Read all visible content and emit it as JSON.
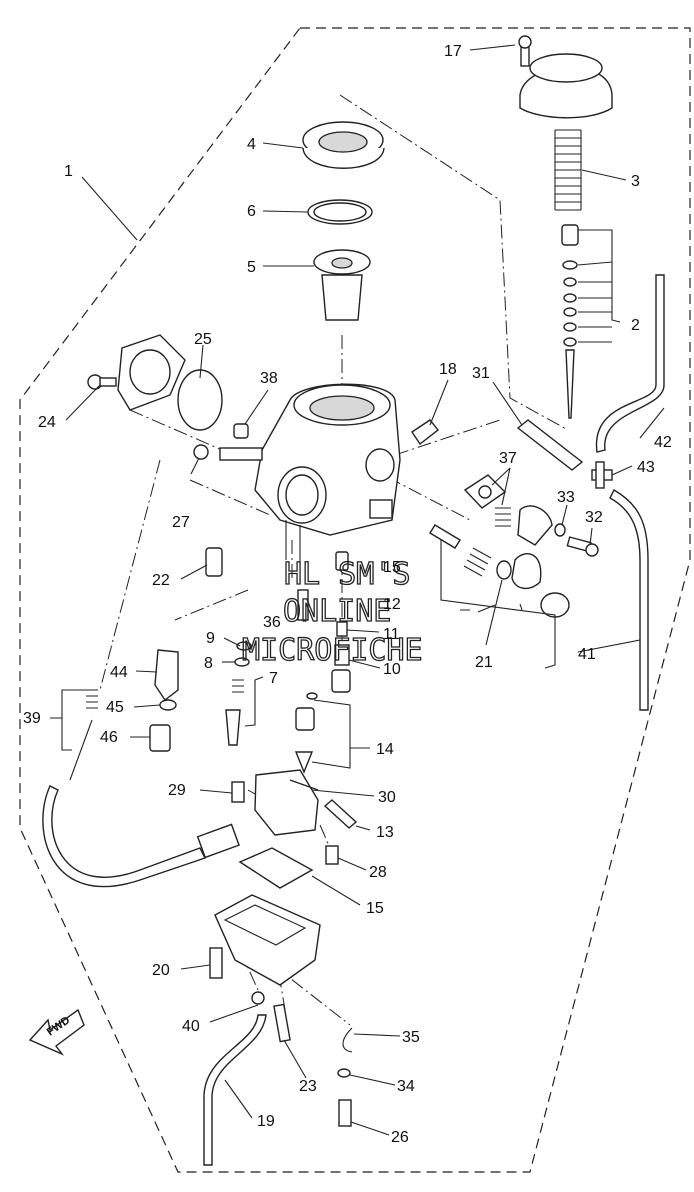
{
  "callouts": [
    "1",
    "2",
    "3",
    "4",
    "5",
    "6",
    "7",
    "8",
    "9",
    "10",
    "11",
    "12",
    "13",
    "14",
    "15",
    "17",
    "18",
    "19",
    "20",
    "21",
    "22",
    "23",
    "24",
    "25",
    "26",
    "27",
    "28",
    "29",
    "30",
    "31",
    "32",
    "33",
    "34",
    "35",
    "36",
    "37",
    "38",
    "39",
    "40",
    "41",
    "42",
    "43",
    "44",
    "45",
    "46",
    "15"
  ],
  "watermark": {
    "line1": "HL SM'S",
    "line2": "ONLINE",
    "line3": "MICROFICHE"
  },
  "direction_badge": "FWD"
}
